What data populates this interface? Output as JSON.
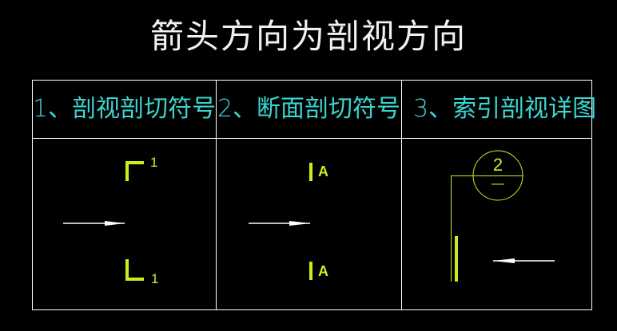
{
  "title": "箭头方向为剖视方向",
  "colors": {
    "background": "#000000",
    "title_text": "#f0f0f0",
    "header_text": "#3ad6d0",
    "symbol": "#c8f020",
    "grid_line": "#ffffff",
    "arrow": "#ffffff"
  },
  "table": {
    "columns": [
      {
        "header": "1、剖视剖切符号",
        "top_label": "1",
        "bottom_label": "1",
        "arrow_direction": "right"
      },
      {
        "header": "2、断面剖切符号",
        "top_label": "A",
        "bottom_label": "A",
        "arrow_direction": "right"
      },
      {
        "header": "3、索引剖视详图",
        "circle_top_label": "2",
        "circle_bottom_label": "—",
        "arrow_direction": "left"
      }
    ]
  }
}
